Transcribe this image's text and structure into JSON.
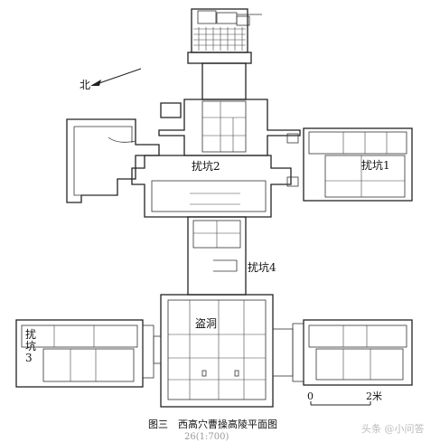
{
  "labels": {
    "north": "北",
    "pit1": "扰坑1",
    "pit2": "扰坑2",
    "pit4": "扰坑4",
    "pit3": "扰坑3",
    "looting_hole": "盗洞"
  },
  "scale": {
    "zero": "0",
    "two_m": "2米"
  },
  "caption": "图三　西高穴曹操高陵平面图",
  "watermark": "头条 @小问答",
  "cut_off_text": "26(1:700)"
}
